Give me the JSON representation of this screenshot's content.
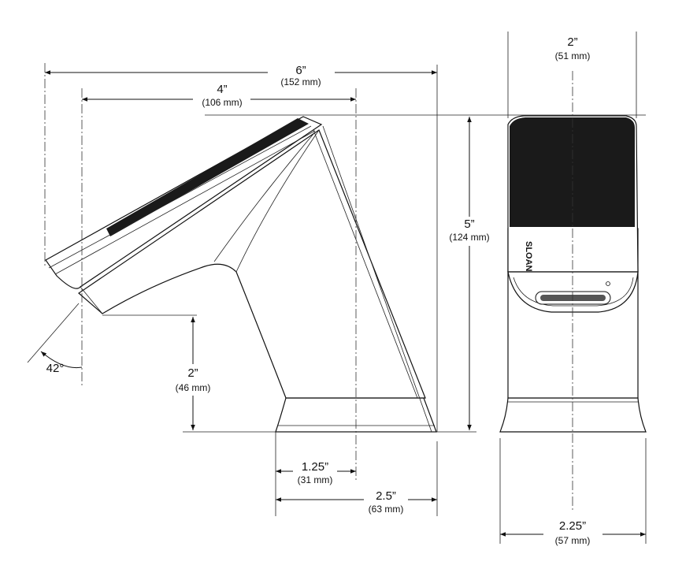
{
  "dimensions": {
    "overall_width": {
      "main": "6”",
      "sub": "(152 mm)"
    },
    "spout_reach": {
      "main": "4”",
      "sub": "(106 mm)"
    },
    "front_width": {
      "main": "2”",
      "sub": "(51 mm)"
    },
    "height": {
      "main": "5”",
      "sub": "(124 mm)"
    },
    "spout_clearance": {
      "main": "2”",
      "sub": "(46 mm)"
    },
    "base_center": {
      "main": "1.25”",
      "sub": "(31 mm)"
    },
    "base_depth": {
      "main": "2.5”",
      "sub": "(63 mm)"
    },
    "base_width": {
      "main": "2.25”",
      "sub": "(57 mm)"
    },
    "spout_angle": {
      "main": "42°"
    }
  },
  "brand": {
    "logo_text": "SLOAN"
  },
  "colors": {
    "ink": "#111111",
    "panel": "#1a1a1a"
  }
}
